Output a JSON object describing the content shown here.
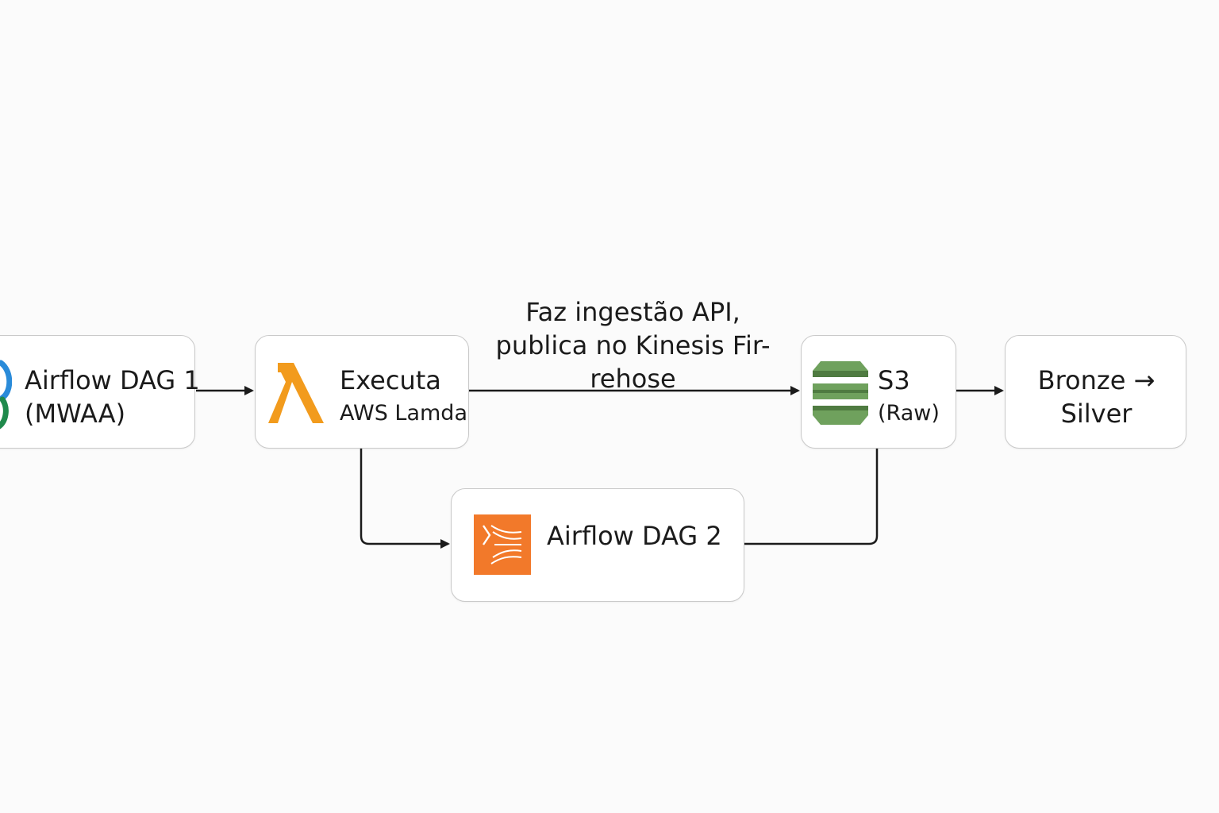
{
  "diagram": {
    "nodes": {
      "dag1": {
        "line1": "Airflow DAG 1",
        "line2": "(MWAA)",
        "icon": "airflow-icon"
      },
      "lambda": {
        "line1": "Executa",
        "line2": "AWS Lamda",
        "icon": "aws-lambda-icon",
        "color": "#f29b1d"
      },
      "s3": {
        "line1": "S3",
        "line2": "(Raw)",
        "icon": "aws-s3-icon",
        "color": "#6b9a5a"
      },
      "bronze": {
        "line1": "Bronze →",
        "line2": "Silver"
      },
      "dag2": {
        "line1": "Airflow DAG 2",
        "icon": "kinesis-firehose-icon",
        "color": "#f2792a"
      }
    },
    "edge_label": {
      "line1": "Faz ingestão API,",
      "line2": "publica no Kinesis Fir-",
      "line3": "rehose"
    }
  }
}
